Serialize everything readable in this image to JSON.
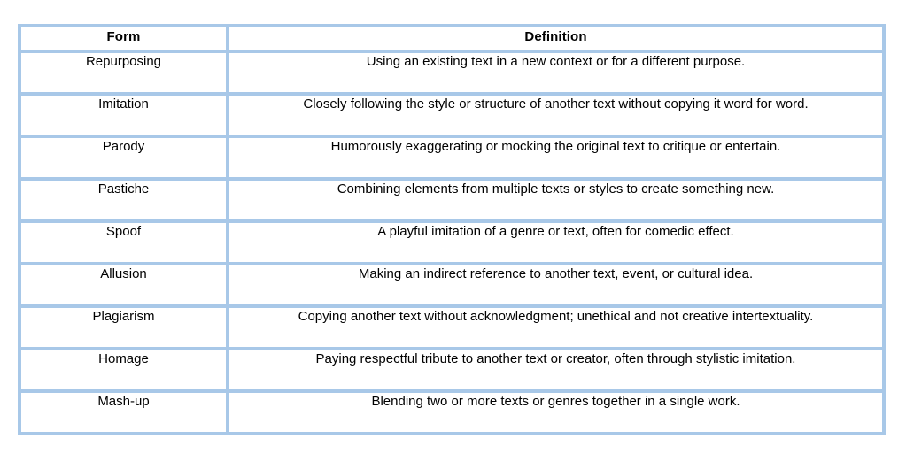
{
  "table": {
    "name": "forms-of-intertextuality",
    "border_color": "#a8c8e8",
    "cell_background": "#ffffff",
    "page_background": "#ffffff",
    "text_color": "#000000",
    "columns": [
      "Form",
      "Definition"
    ],
    "rows": [
      {
        "form": "Repurposing",
        "definition": "Using an existing text in a new context or for a different purpose."
      },
      {
        "form": "Imitation",
        "definition": "Closely following the style or structure of another text without copying it word for word."
      },
      {
        "form": "Parody",
        "definition": "Humorously exaggerating or mocking the original text to critique or entertain."
      },
      {
        "form": "Pastiche",
        "definition": "Combining elements from multiple texts or styles to create something new."
      },
      {
        "form": "Spoof",
        "definition": "A playful imitation of a genre or text, often for comedic effect."
      },
      {
        "form": "Allusion",
        "definition": "Making an indirect reference to another text, event, or cultural idea."
      },
      {
        "form": "Plagiarism",
        "definition": "Copying another text without acknowledgment; unethical and not creative intertextuality."
      },
      {
        "form": "Homage",
        "definition": "Paying respectful tribute to another text or creator, often through stylistic imitation."
      },
      {
        "form": "Mash-up",
        "definition": "Blending two or more texts or genres together in a single work."
      }
    ]
  }
}
